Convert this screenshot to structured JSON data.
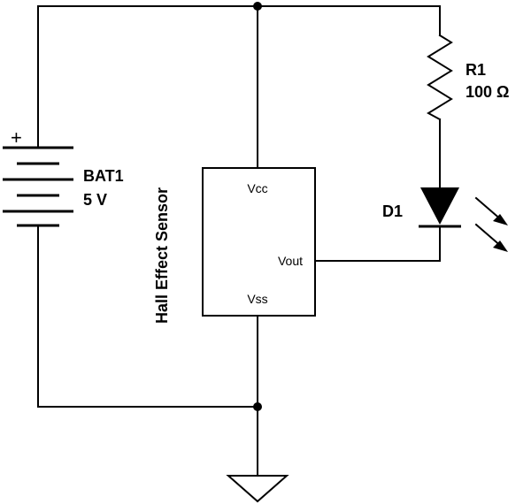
{
  "battery": {
    "plus_symbol": "+",
    "name": "BAT1",
    "value": "5 V"
  },
  "resistor": {
    "name": "R1",
    "value": "100 Ω"
  },
  "led": {
    "name": "D1"
  },
  "sensor": {
    "title": "Hall Effect Sensor",
    "pins": {
      "vcc": "Vcc",
      "vout": "Vout",
      "vss": "Vss"
    }
  },
  "colors": {
    "line": "#000000",
    "background": "#ffffff"
  }
}
